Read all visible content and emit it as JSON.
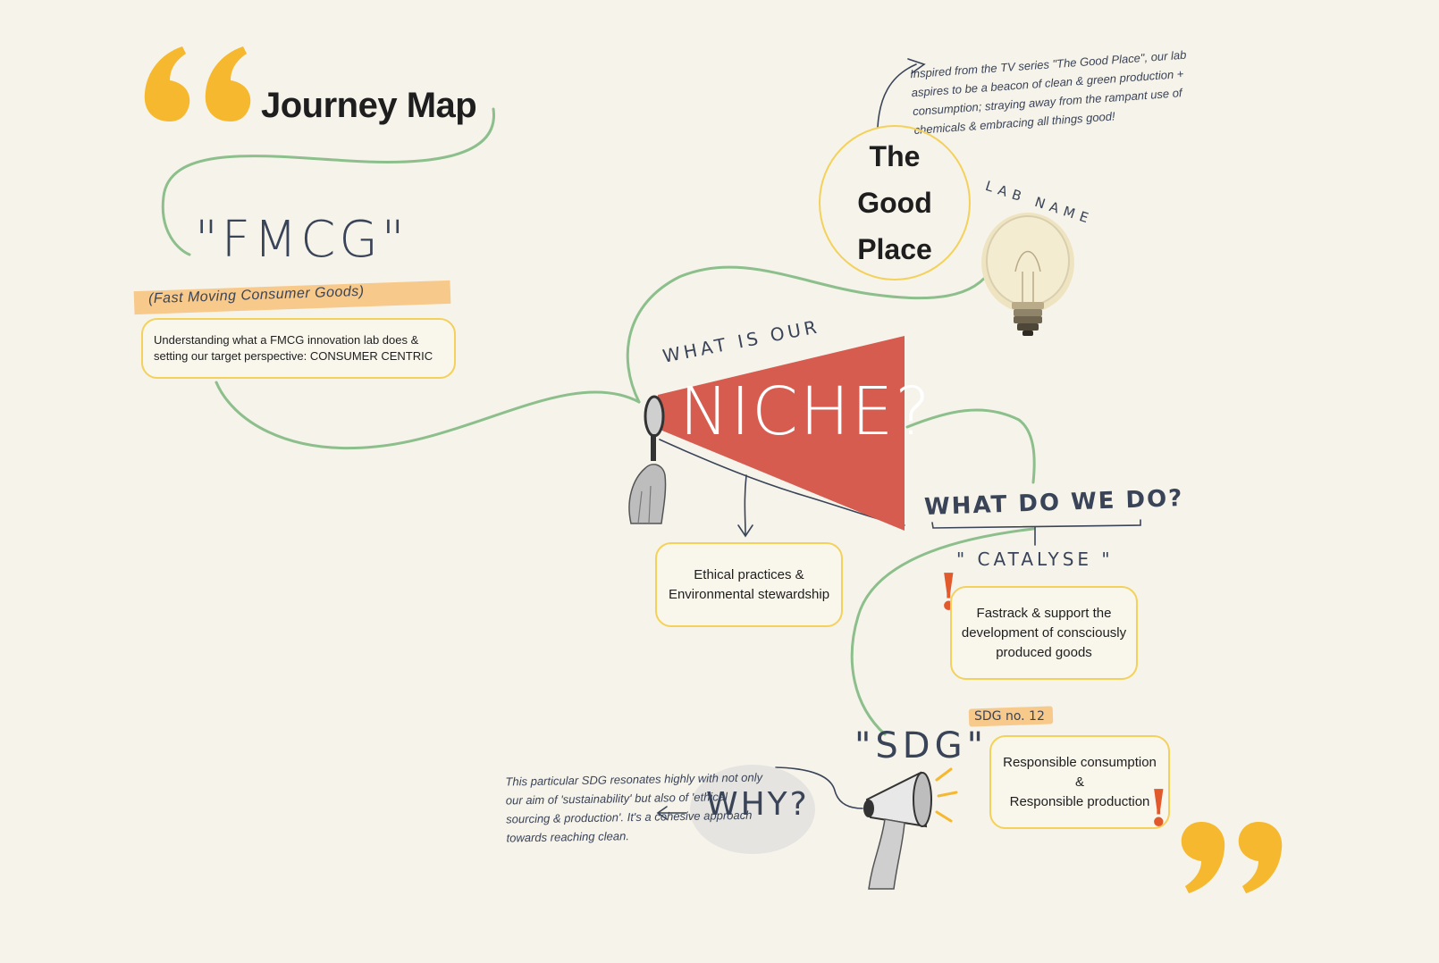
{
  "title": "Journey Map",
  "fmcg": {
    "heading": "\"FMCG\"",
    "subtitle": "(Fast Moving Consumer Goods)",
    "box_text": "Understanding what a FMCG innovation lab does & setting our target perspective: CONSUMER CENTRIC"
  },
  "lab": {
    "name_line1": "The",
    "name_line2": "Good",
    "name_line3": "Place",
    "tag": "LAB NAME",
    "note": "Inspired from the TV series \"The Good Place\", our lab aspires to be a beacon of clean & green production + consumption; straying away from the rampant use of chemicals & embracing all things good!"
  },
  "niche": {
    "prefix": "WHAT IS OUR",
    "word": "NICHE?",
    "box_text": "Ethical practices & Environmental stewardship"
  },
  "what_we_do": {
    "heading": "WHAT DO WE DO?",
    "catalyse": "\" CATALYSE \"",
    "box_text": "Fastrack & support the development of consciously produced goods",
    "exclaim": "!"
  },
  "sdg": {
    "heading": "\"SDG\"",
    "tag": "SDG no. 12",
    "box_line1": "Responsible consumption",
    "box_line2": "&",
    "box_line3": "Responsible production",
    "exclaim": "!"
  },
  "why": {
    "label": "WHY?",
    "note": "This particular SDG resonates highly with not only our aim of 'sustainability' but also of 'ethical sourcing & production'. It's a cohesive approach towards reaching clean."
  },
  "colors": {
    "background": "#f6f3ea",
    "connector": "#8cbf8c",
    "box_border": "#f3d15a",
    "megaphone_red": "#d65c50",
    "quote_yellow": "#f5b82e",
    "highlight": "#f7c98a",
    "ink": "#3a4458",
    "exclaim": "#e25a2c"
  }
}
